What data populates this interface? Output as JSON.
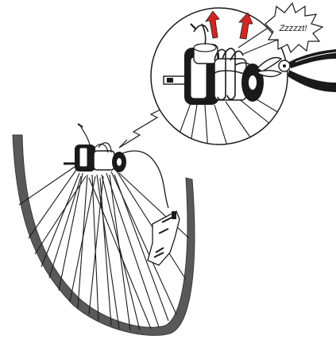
{
  "illustration": {
    "burst_text": "Zzzzzt!",
    "arrow_color": "#d9231f",
    "rim_color": "#555555",
    "line_color": "#1a1a1a",
    "icons": [
      "bicycle-wheel",
      "rear-hub",
      "magnify-callout",
      "pliers",
      "zip-tie",
      "up-arrow",
      "sound-burst"
    ]
  }
}
